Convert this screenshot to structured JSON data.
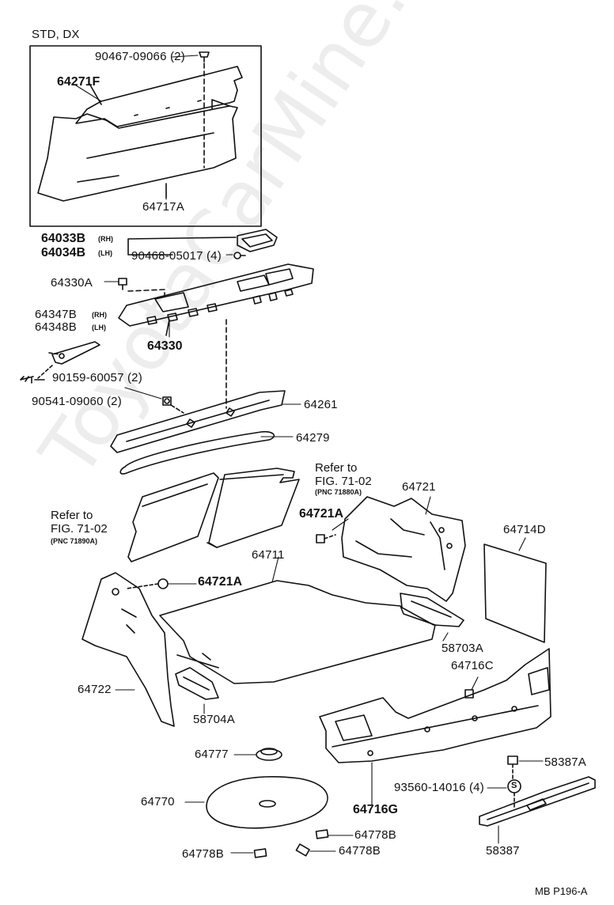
{
  "header": {
    "variant": "STD, DX"
  },
  "footer": {
    "figure_code": "MB  P196-A"
  },
  "watermark": "ToyotaCarMine.ru",
  "callouts": {
    "c90467": "90467-09066 (2)",
    "c64271F": "64271F",
    "c64717A": "64717A",
    "c64033B": "64033B",
    "c64034B": "64034B",
    "rh1": "(RH)",
    "lh1": "(LH)",
    "c90468": "90468-05017 (4)",
    "c64330A": "64330A",
    "c64347B": "64347B",
    "c64348B": "64348B",
    "rh2": "(RH)",
    "lh2": "(LH)",
    "c64330": "64330",
    "c90159": "90159-60057 (2)",
    "c90541": "90541-09060 (2)",
    "c64261": "64261",
    "c64279": "64279",
    "c64721": "64721",
    "c64721A_top": "64721A",
    "c64714D": "64714D",
    "c64711": "64711",
    "c64721A_mid": "64721A",
    "c64722": "64722",
    "c58703A": "58703A",
    "c64716C": "64716C",
    "c58704A": "58704A",
    "c64777": "64777",
    "c58387A": "58387A",
    "c93560": "93560-14016 (4)",
    "c64770": "64770",
    "c64716G": "64716G",
    "c64778B_1": "64778B",
    "c64778B_2": "64778B",
    "c64778B_3": "64778B",
    "c58387": "58387"
  },
  "refer_notes": {
    "right": {
      "line1": "Refer to",
      "line2": "FIG. 71-02",
      "pnc": "(PNC 71880A)"
    },
    "left": {
      "line1": "Refer to",
      "line2": "FIG. 71-02",
      "pnc": "(PNC 71890A)"
    }
  },
  "icons": {
    "s_marker": "S"
  }
}
